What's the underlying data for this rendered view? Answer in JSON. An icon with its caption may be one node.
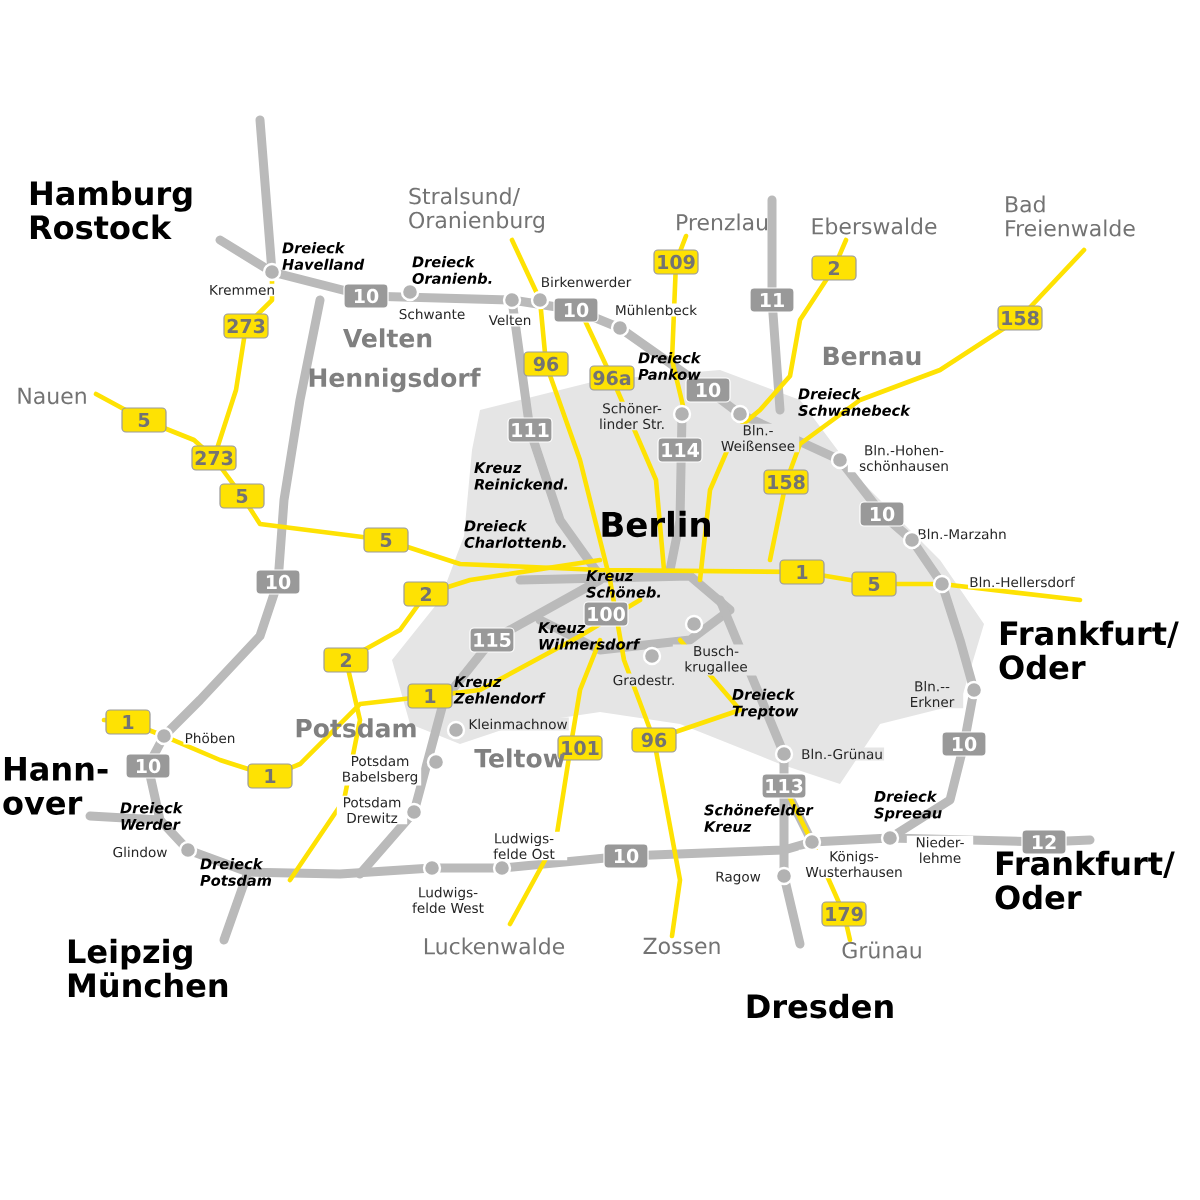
{
  "diagram": {
    "nodes": [
      {
        "text": [
          "273"
        ]
      },
      {
        "text": [
          "10"
        ]
      },
      {
        "text": [
          "109"
        ]
      },
      {
        "text": [
          "2"
        ]
      },
      {
        "text": [
          "10"
        ]
      },
      {
        "text": [
          "11"
        ]
      },
      {
        "text": [
          "158"
        ]
      },
      {
        "text": [
          "96"
        ]
      },
      {
        "text": [
          "96a"
        ]
      },
      {
        "text": [
          "10"
        ]
      },
      {
        "text": [
          "5"
        ]
      },
      {
        "text": [
          "111"
        ]
      },
      {
        "text": [
          "114"
        ]
      },
      {
        "text": [
          "273"
        ]
      },
      {
        "text": [
          "158"
        ]
      },
      {
        "text": [
          "5"
        ]
      },
      {
        "text": [
          "10"
        ]
      },
      {
        "text": [
          "5"
        ]
      },
      {
        "text": [
          "1"
        ]
      },
      {
        "text": [
          "5"
        ]
      },
      {
        "text": [
          "10"
        ]
      },
      {
        "text": [
          "2"
        ]
      },
      {
        "text": [
          "100"
        ]
      },
      {
        "text": [
          "115"
        ]
      },
      {
        "text": [
          "2"
        ]
      },
      {
        "text": [
          "1"
        ]
      },
      {
        "text": [
          "1"
        ]
      },
      {
        "text": [
          "96"
        ]
      },
      {
        "text": [
          "101"
        ]
      },
      {
        "text": [
          "10"
        ]
      },
      {
        "text": [
          "1"
        ]
      },
      {
        "text": [
          "10"
        ]
      },
      {
        "text": [
          "113"
        ]
      },
      {
        "text": [
          "12"
        ]
      },
      {
        "text": [
          "10"
        ]
      },
      {
        "text": [
          "179"
        ]
      },
      {
        "text": [],
        "shape": "circle",
        "beside": [
          "Kremmen"
        ]
      },
      {
        "text": [],
        "shape": "circle",
        "beside": [
          "Schwante"
        ]
      },
      {
        "text": [],
        "shape": "circle",
        "beside": [
          "Velten"
        ]
      },
      {
        "text": [],
        "shape": "circle",
        "beside": [
          "Birkenwerder"
        ]
      },
      {
        "text": [],
        "shape": "circle",
        "beside": [
          "Mühlenbeck"
        ]
      },
      {
        "text": [],
        "shape": "circle",
        "beside": [
          "Schöner- linder Str."
        ]
      },
      {
        "text": [],
        "shape": "circle",
        "beside": [
          "Bln.- Weißensee"
        ]
      },
      {
        "text": [],
        "shape": "circle",
        "beside": [
          "Bln.-Hohen- schönhausen"
        ]
      },
      {
        "text": [],
        "shape": "circle",
        "beside": [
          "Bln.-Marzahn"
        ]
      },
      {
        "text": [],
        "shape": "circle",
        "beside": [
          "Bln.-Hellersdorf"
        ]
      },
      {
        "text": [],
        "shape": "circle",
        "beside": [
          "Busch- krugallee"
        ]
      },
      {
        "text": [],
        "shape": "circle",
        "beside": [
          "Gradestr."
        ]
      },
      {
        "text": [],
        "shape": "circle",
        "beside": [
          "Bln.-- Erkner"
        ]
      },
      {
        "text": [],
        "shape": "circle",
        "beside": [
          "Kleinmachnow"
        ]
      },
      {
        "text": [],
        "shape": "circle",
        "beside": [
          "Phöben"
        ]
      },
      {
        "text": [],
        "shape": "circle",
        "beside": [
          "Bln.-Grünau"
        ]
      },
      {
        "text": [],
        "shape": "circle",
        "beside": [
          "Potsdam Babelsberg"
        ]
      },
      {
        "text": [],
        "shape": "circle",
        "beside": [
          "Potsdam Drewitz"
        ]
      },
      {
        "text": [],
        "shape": "circle",
        "beside": [
          "Glindow"
        ]
      },
      {
        "text": [],
        "shape": "circle",
        "beside": [
          "Ludwigs- felde Ost"
        ]
      },
      {
        "text": [],
        "shape": "circle",
        "beside": [
          "Nieder- lehme"
        ]
      },
      {
        "text": [],
        "shape": "circle",
        "beside": [
          "Königs- Wusterhausen"
        ]
      },
      {
        "text": [],
        "shape": "circle",
        "beside": [
          "Ragow"
        ]
      },
      {
        "text": [],
        "shape": "circle",
        "beside": [
          "Ludwigs- felde West"
        ]
      }
    ],
    "labels": [
      "Hamburg Rostock",
      "Stralsund/ Oranienburg",
      "Prenzlau",
      "Eberswalde",
      "Bad Freienwalde",
      "Dreieck Havelland",
      "Dreieck Oranienb.",
      "Velten",
      "Nauen",
      "Hennigsdorf",
      "Dreieck Pankow",
      "Bernau",
      "Dreieck Schwanebeck",
      "Kreuz Reinickend.",
      "Dreieck Charlottenb.",
      "Berlin",
      "Kreuz Schöneb.",
      "Frankfurt/ Oder",
      "Kreuz Wilmersdorf",
      "Kreuz Zehlendorf",
      "Dreieck Treptow",
      "Potsdam",
      "Teltow",
      "Hann- over",
      "Dreieck Werder",
      "Schönefelder Kreuz",
      "Dreieck Spreeau",
      "Dreieck Potsdam",
      "Frankfurt/ Oder",
      "Luckenwalde",
      "Zossen",
      "Grünau",
      "Leipzig München",
      "Dresden"
    ]
  }
}
